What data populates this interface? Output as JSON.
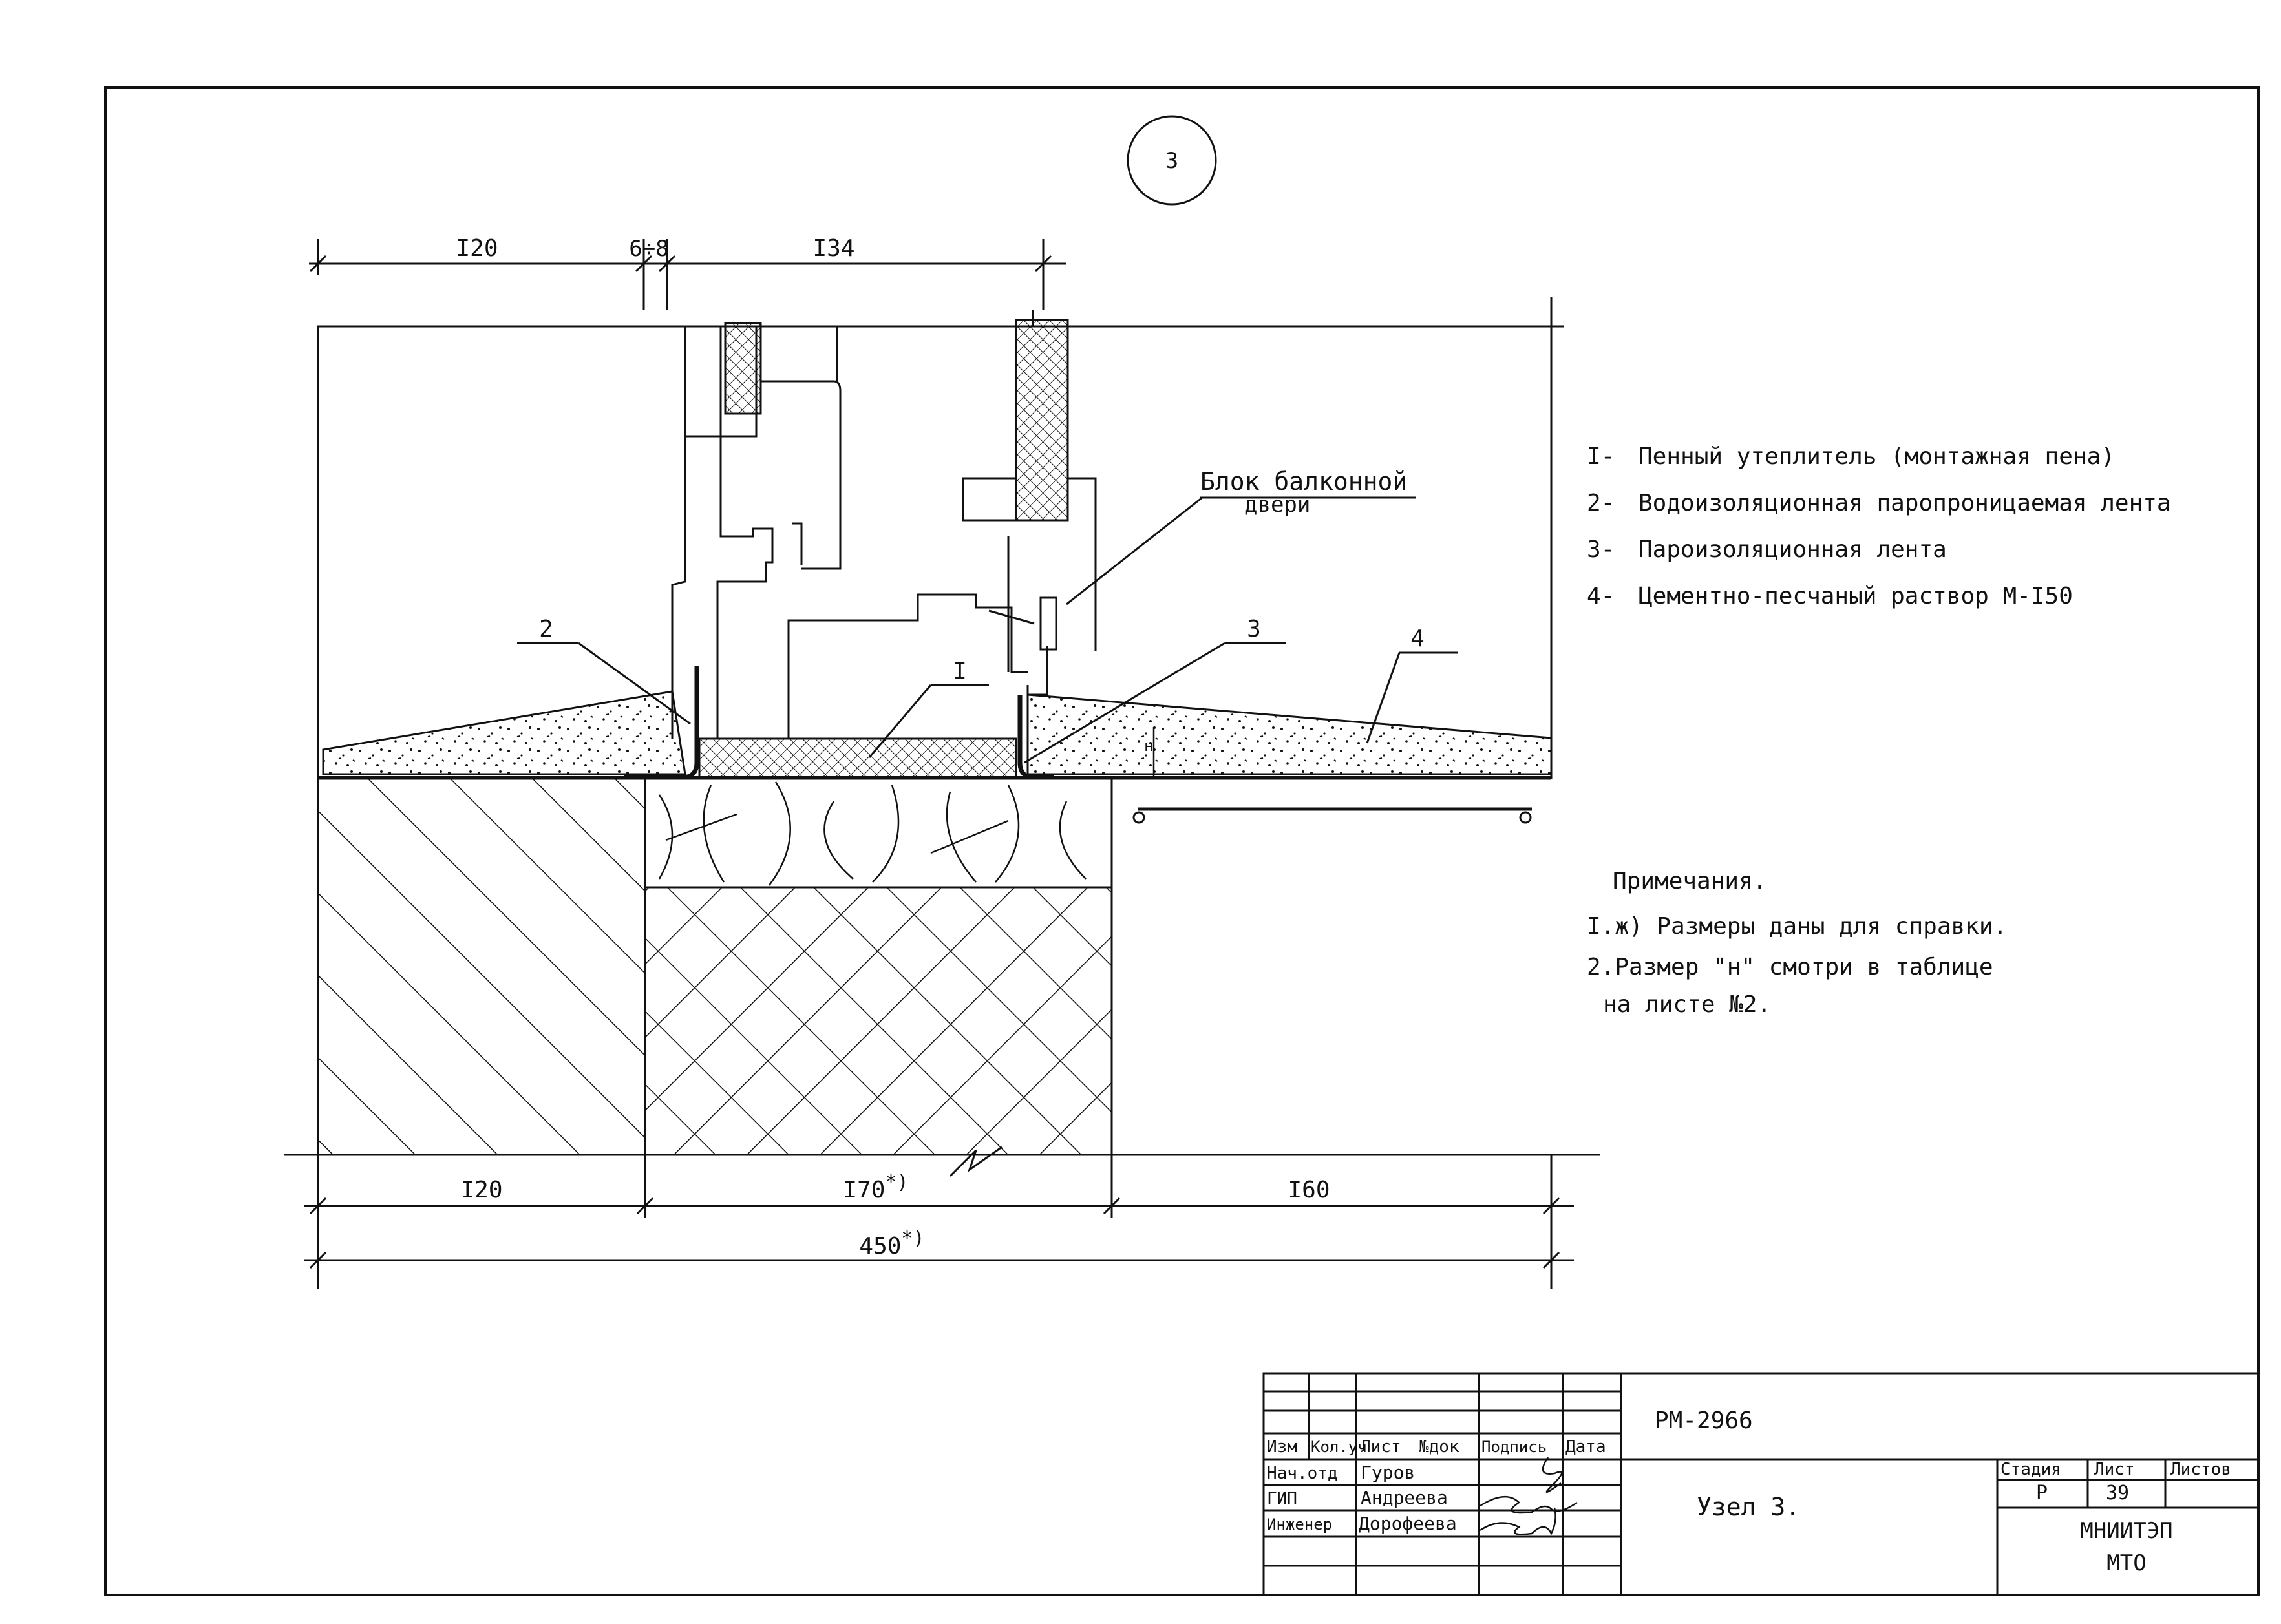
{
  "node_circle": "3",
  "dimensions": {
    "top": [
      "I20",
      "6÷8",
      "I34"
    ],
    "bottom": [
      "I20",
      "I70",
      "I60"
    ],
    "total": "450",
    "ref_mark": "*)",
    "h_mark": "н"
  },
  "leaders": {
    "door_block_line1": "Блок балконной",
    "door_block_line2": "двери",
    "l2": "2",
    "l3": "3",
    "l1": "I",
    "l4": "4"
  },
  "legend": [
    {
      "num": "I-",
      "text": "Пенный  утеплитель (монтажная  пена)"
    },
    {
      "num": "2-",
      "text": "Водоизоляционная паропроницаемая лента"
    },
    {
      "num": "3-",
      "text": "Пароизоляционная  лента"
    },
    {
      "num": "4-",
      "text": "Цементно-песчаный  раствор  М-I50"
    }
  ],
  "notes": {
    "title": "Примечания.",
    "n1": "I.ж) Размеры даны для справки.",
    "n2": "2.Размер \"н\"  смотри в  таблице",
    "n3": "на  листе  №2."
  },
  "title_block": {
    "code": "РМ-2966",
    "sheet_title": "Узел  3.",
    "headers": [
      "Изм",
      "Кол.уч",
      "Лист",
      "№док",
      "Подпись",
      "Дата"
    ],
    "roles": [
      {
        "role": "Нач.отд",
        "name": "Гуров"
      },
      {
        "role": "ГИП",
        "name": "Андреева"
      },
      {
        "role": "Инженер",
        "name": "Дорофеева"
      }
    ],
    "stage_header": "Стадия",
    "sheet_header": "Лист",
    "sheets_header": "Листов",
    "stage": "Р",
    "sheet": "39",
    "org1": "МНИИТЭП",
    "org2": "МТО"
  }
}
